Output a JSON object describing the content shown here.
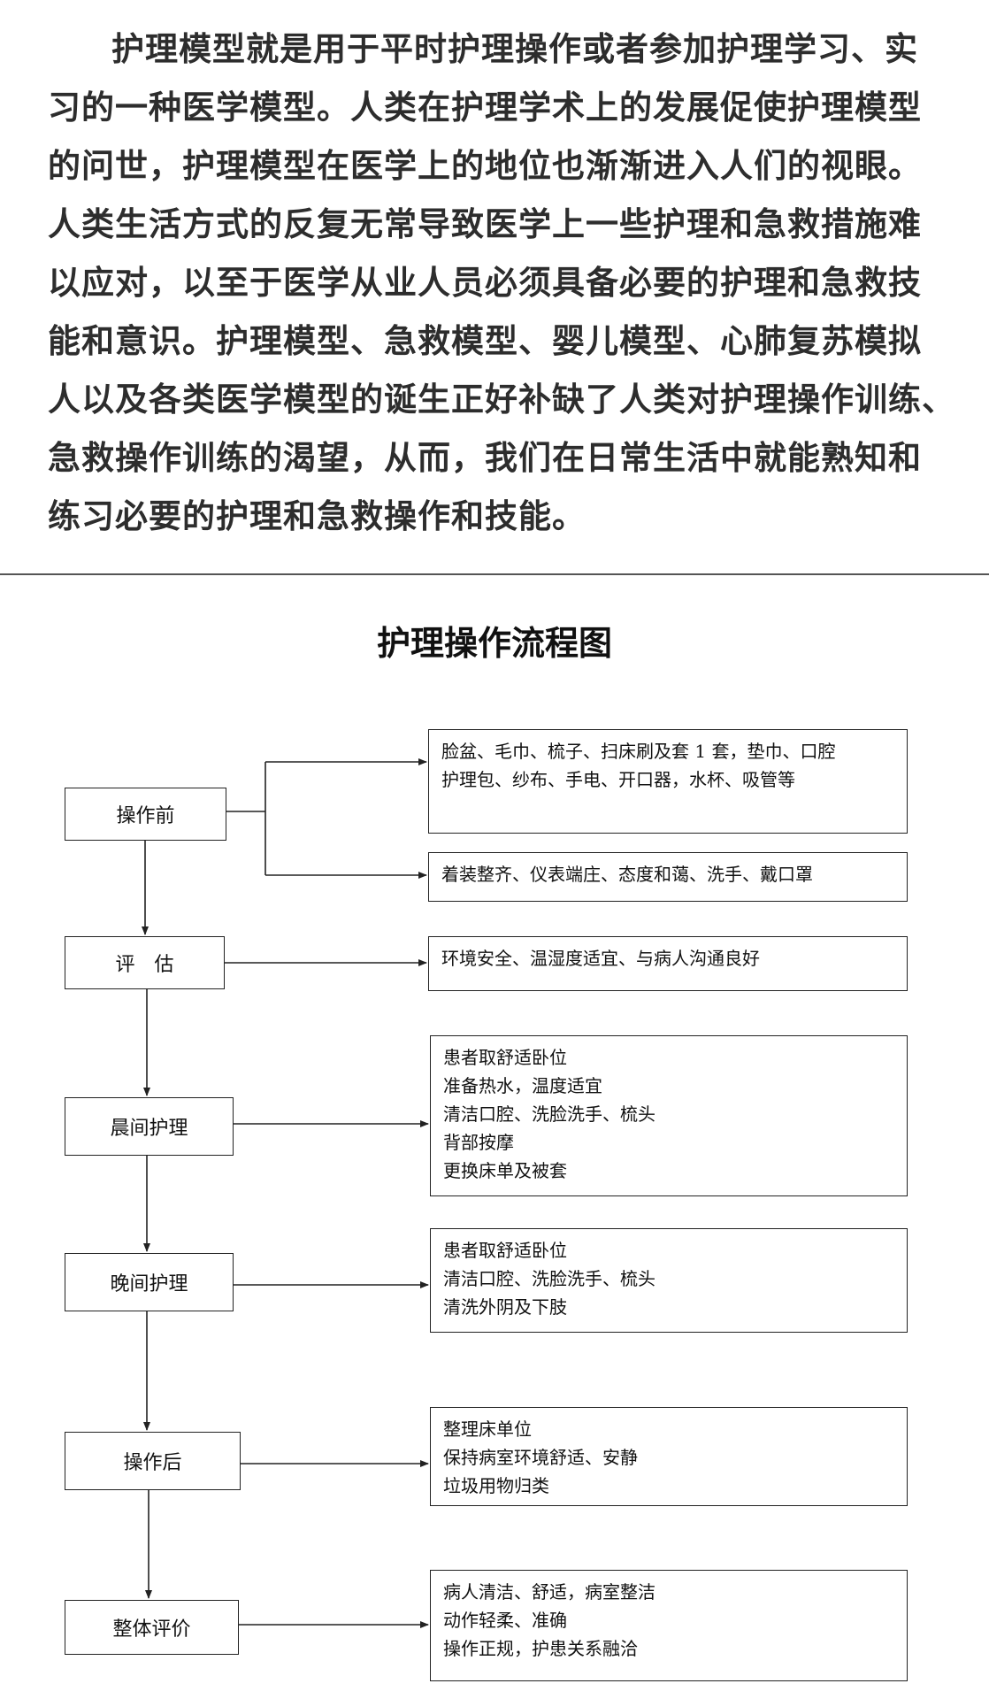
{
  "intro": {
    "lines": [
      "护理模型就是用于平时护理操作或者参加护理学习、实",
      "习的一种医学模型。人类在护理学术上的发展促使护理模型",
      "的问世，护理模型在医学上的地位也渐渐进入人们的视眼。",
      "人类生活方式的反复无常导致医学上一些护理和急救措施难",
      "以应对，以至于医学从业人员必须具备必要的护理和急救技",
      "能和意识。护理模型、急救模型、婴儿模型、心肺复苏模拟",
      "人以及各类医学模型的诞生正好补缺了人类对护理操作训练、",
      "急救操作训练的渴望，从而，我们在日常生活中就能熟知和",
      "练习必要的护理和急救操作和技能。"
    ]
  },
  "diagram": {
    "title": "护理操作流程图",
    "steps": [
      {
        "label": "操作前"
      },
      {
        "label": "评　估"
      },
      {
        "label": "晨间护理"
      },
      {
        "label": "晚间护理"
      },
      {
        "label": "操作后"
      },
      {
        "label": "整体评价"
      }
    ],
    "details": [
      {
        "lines": [
          "脸盆、毛巾、梳子、扫床刷及套 1 套，垫巾、口腔",
          "护理包、纱布、手电、开口器，水杯、吸管等"
        ]
      },
      {
        "lines": [
          "着装整齐、仪表端庄、态度和蔼、洗手、戴口罩"
        ]
      },
      {
        "lines": [
          "环境安全、温湿度适宜、与病人沟通良好"
        ]
      },
      {
        "lines": [
          "患者取舒适卧位",
          "准备热水，温度适宜",
          "清洁口腔、洗脸洗手、梳头",
          "背部按摩",
          "更换床单及被套"
        ]
      },
      {
        "lines": [
          "患者取舒适卧位",
          "清洁口腔、洗脸洗手、梳头",
          "清洗外阴及下肢"
        ]
      },
      {
        "lines": [
          "整理床单位",
          "保持病室环境舒适、安静",
          "垃圾用物归类"
        ]
      },
      {
        "lines": [
          "病人清洁、舒适，病室整洁",
          "动作轻柔、准确",
          "操作正规，护患关系融洽"
        ]
      }
    ]
  },
  "colors": {
    "text": "#2d2d2d",
    "line": "#222222",
    "background": "#ffffff"
  }
}
